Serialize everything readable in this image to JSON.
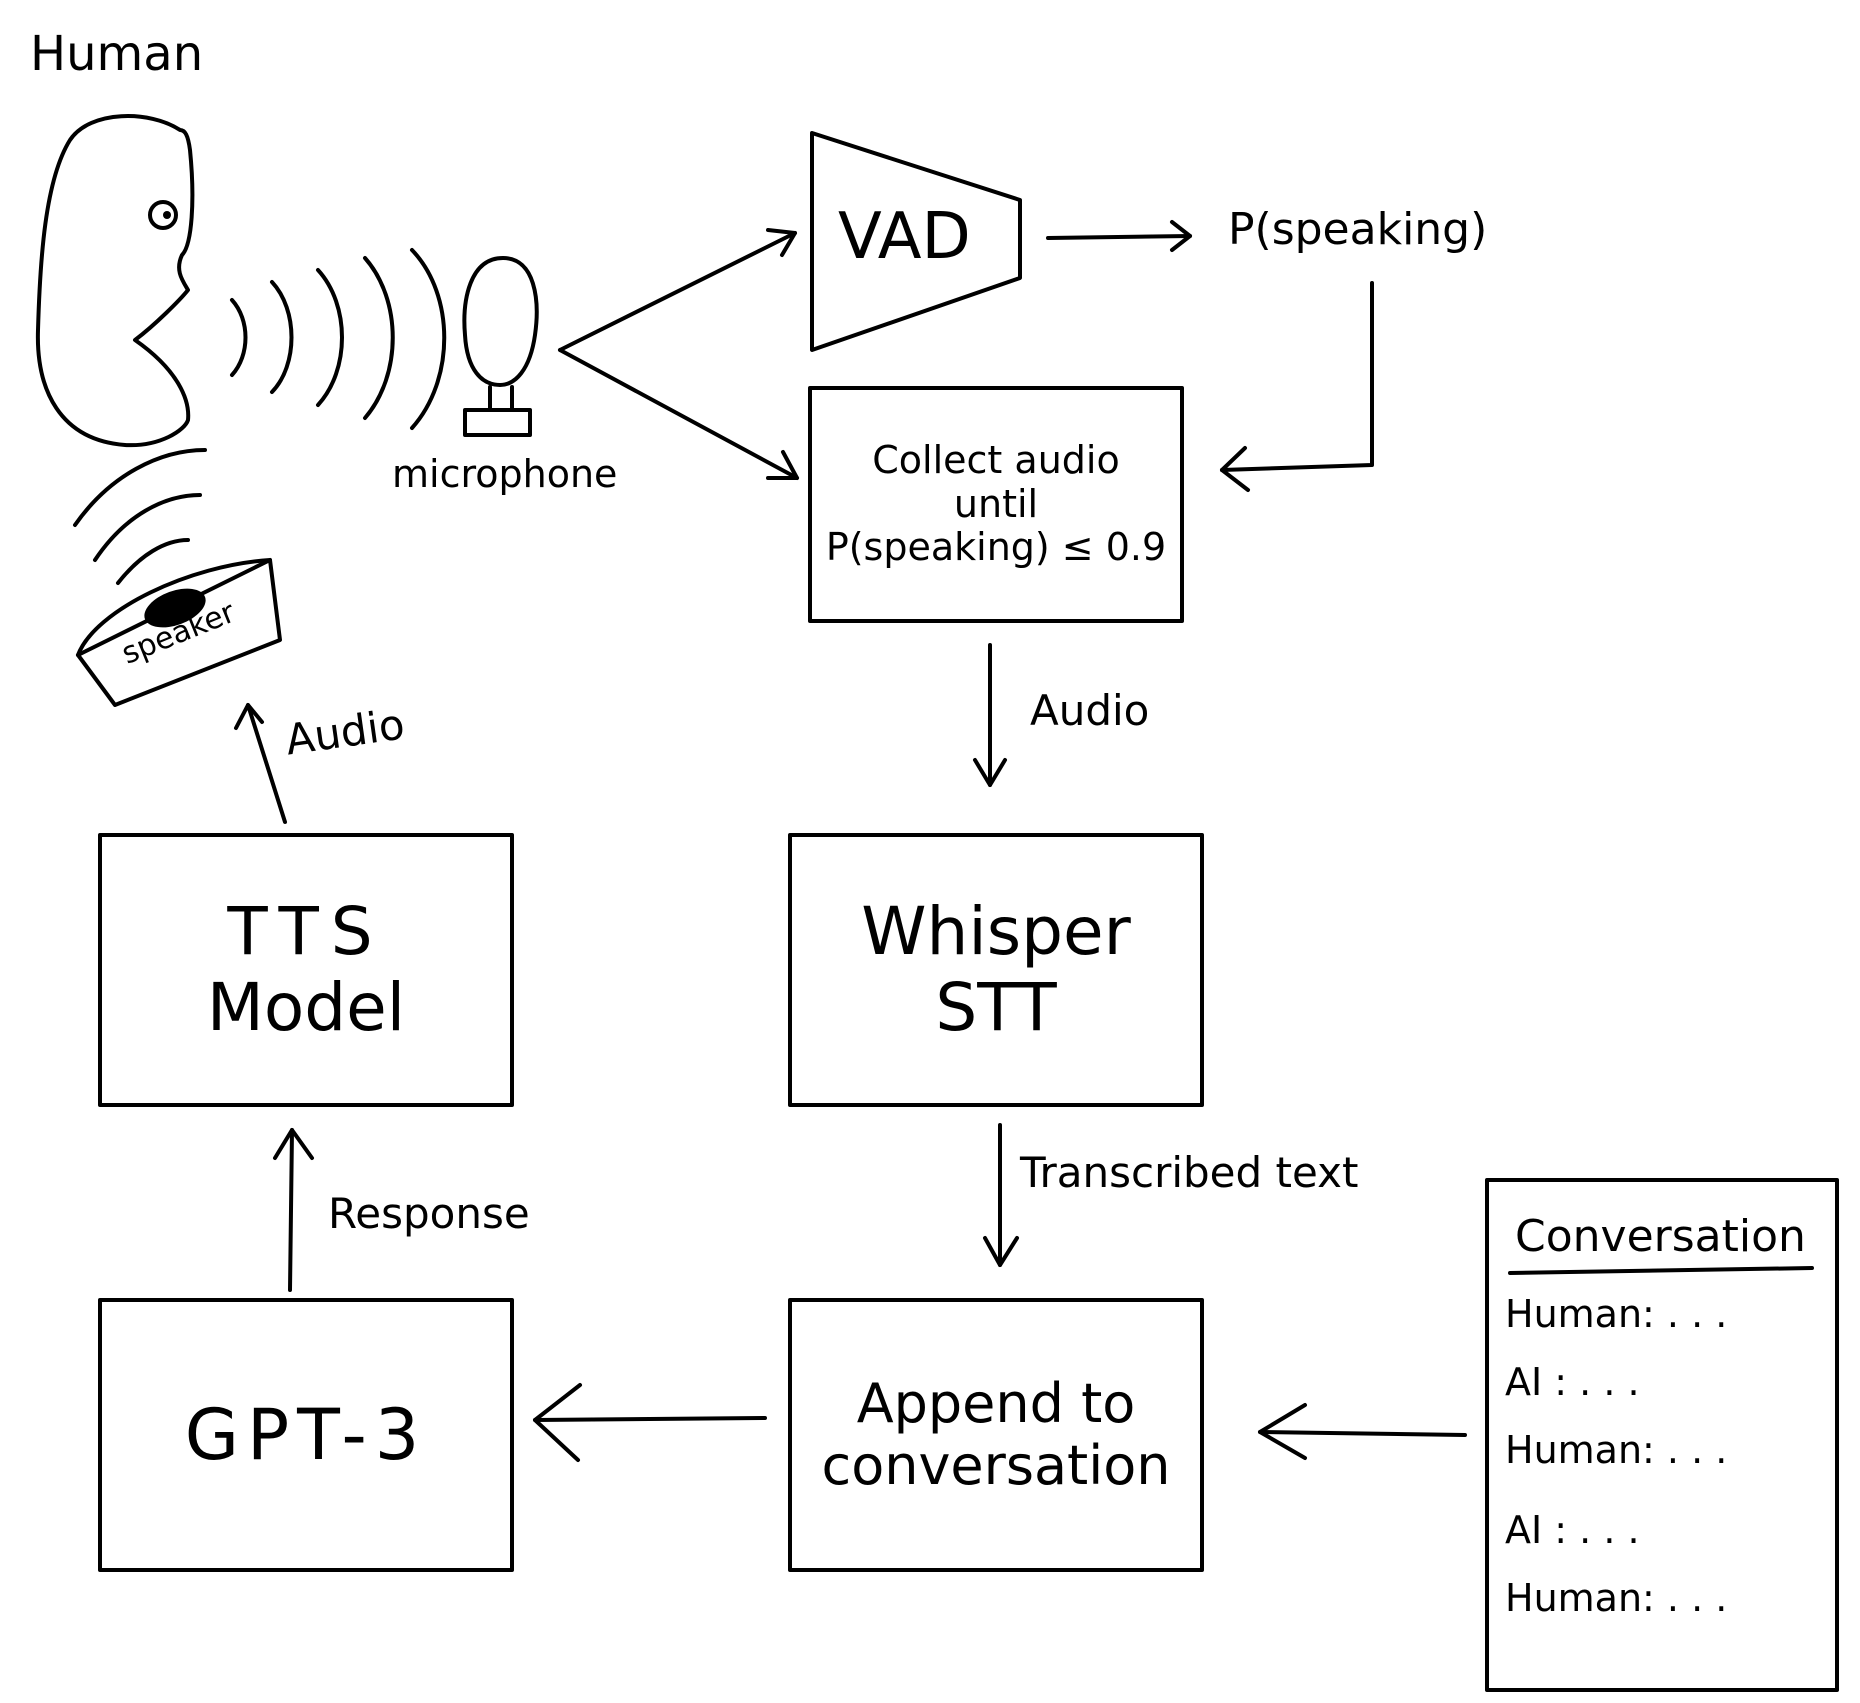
{
  "labels": {
    "human": "Human",
    "microphone": "microphone",
    "speaker": "speaker",
    "p_speaking": "P(speaking)",
    "audio_to_whisper": "Audio",
    "audio_to_speaker": "Audio",
    "response": "Response",
    "transcribed_text": "Transcribed text"
  },
  "nodes": {
    "vad": "VAD",
    "collect": [
      "Collect audio",
      "until",
      "P(speaking) ≤ 0.9"
    ],
    "whisper": [
      "Whisper",
      "STT"
    ],
    "tts": [
      "TTS",
      "Model"
    ],
    "gpt": "GPT-3",
    "append": [
      "Append to",
      "conversation"
    ]
  },
  "conversation": {
    "title": "Conversation",
    "lines": [
      "Human: . . .",
      "AI : . . .",
      "Human: . . .",
      "AI : . . .",
      "Human: . . ."
    ]
  }
}
